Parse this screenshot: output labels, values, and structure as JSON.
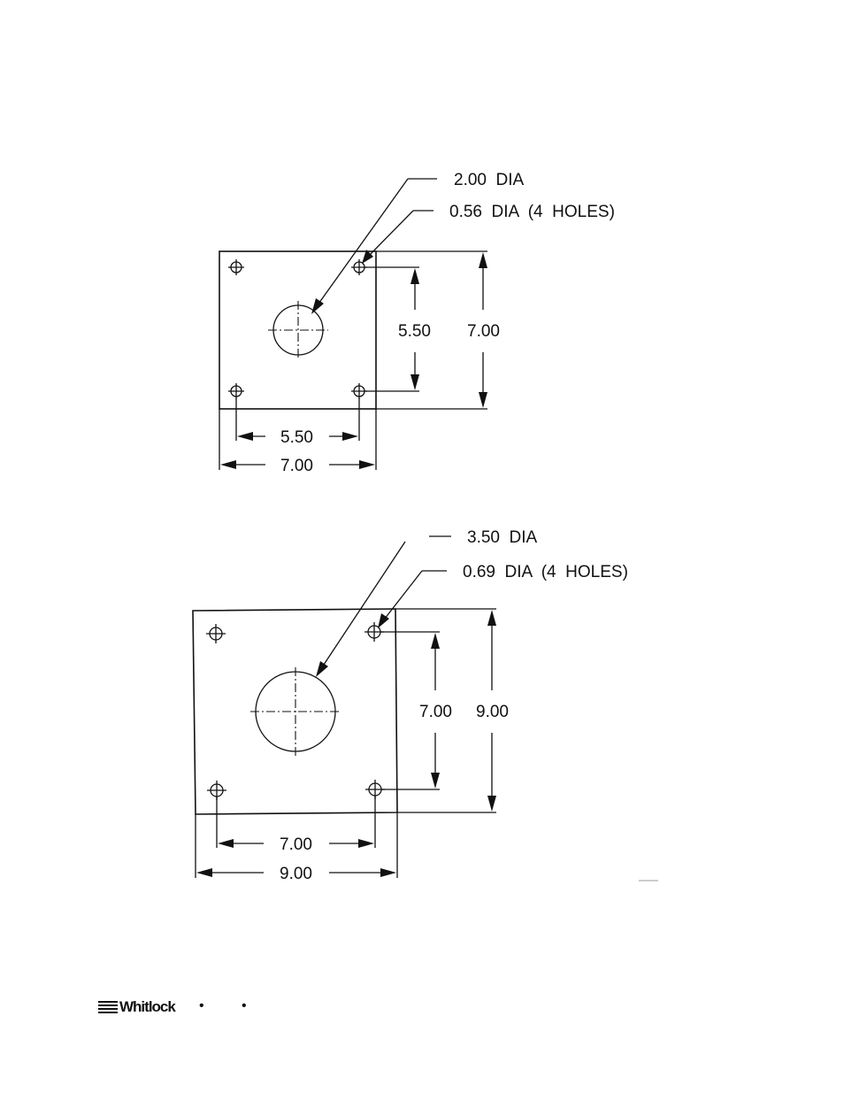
{
  "plate_small": {
    "center_hole_label": "2.00  DIA",
    "bolt_hole_label": "0.56  DIA  (4  HOLES)",
    "bolt_spacing_vertical": "5.50",
    "plate_height": "7.00",
    "bolt_spacing_horizontal": "5.50",
    "plate_width": "7.00"
  },
  "plate_large": {
    "center_hole_label": "3.50  DIA",
    "bolt_hole_label": "0.69  DIA  (4  HOLES)",
    "bolt_spacing_vertical": "7.00",
    "plate_height": "9.00",
    "bolt_spacing_horizontal": "7.00",
    "plate_width": "9.00"
  },
  "footer": {
    "logo_text": "Whitlock",
    "bullet_1": "•",
    "bullet_2": "•"
  }
}
